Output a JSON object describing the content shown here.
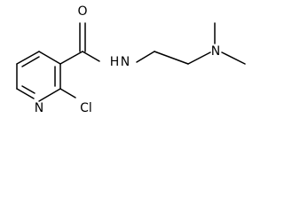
{
  "molecule": {
    "atoms": {
      "oxygen": "O",
      "amide_nitrogen": "N",
      "amide_hydrogen": "H",
      "amine_nitrogen": "N",
      "ring_nitrogen": "N",
      "chlorine": "Cl"
    }
  }
}
